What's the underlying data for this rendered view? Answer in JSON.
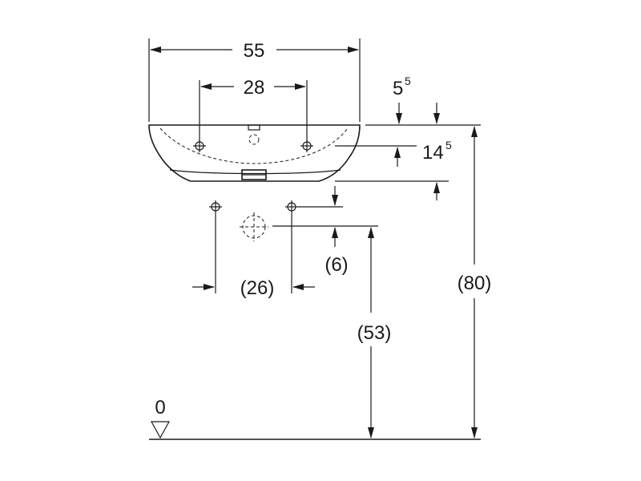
{
  "dimensions": {
    "width_total": "55",
    "hole_spacing": "28",
    "rim_offset_main": "5",
    "rim_offset_sup": "5",
    "basin_depth_main": "14",
    "basin_depth_sup": "5",
    "pipe_spacing": "(26)",
    "drain_offset": "(6)",
    "drain_height": "(53)",
    "total_height": "(80)",
    "floor_level": "0"
  },
  "colors": {
    "line": "#1a1a1a",
    "background": "#ffffff"
  }
}
